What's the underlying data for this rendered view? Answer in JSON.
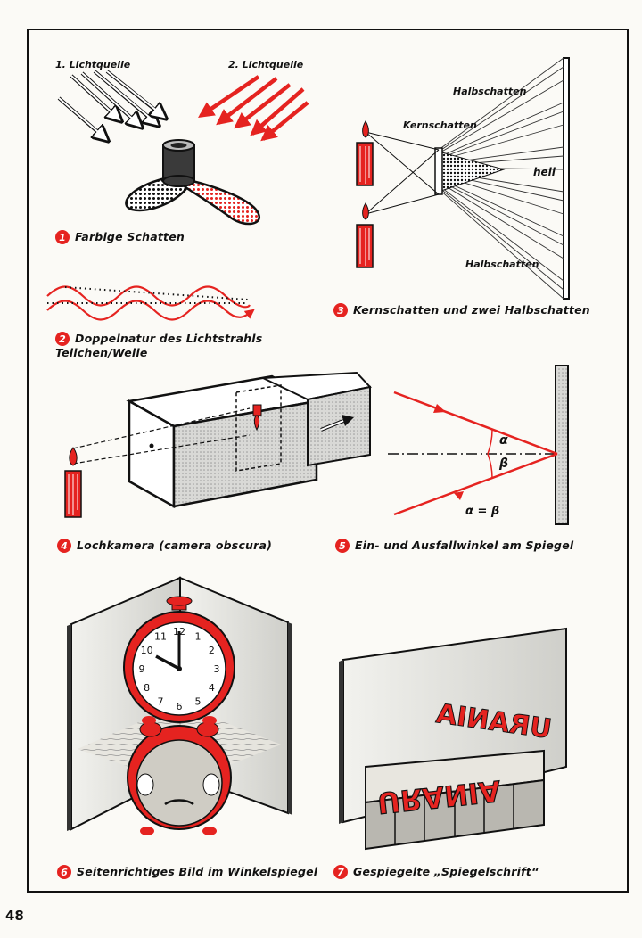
{
  "page_number": "48",
  "colors": {
    "accent": "#e52320",
    "ink": "#111111",
    "paper": "#fbfaf6"
  },
  "figures": {
    "fig1": {
      "number": "1",
      "caption": "Farbige Schatten",
      "label_a": "1. Lichtquelle",
      "label_b": "2. Lichtquelle"
    },
    "fig2": {
      "number": "2",
      "caption_line1": "Doppelnatur des Lichtstrahls",
      "caption_line2": "Teilchen/Welle"
    },
    "fig3": {
      "number": "3",
      "caption": "Kernschatten und zwei Halbschatten",
      "label_halb_top": "Halbschatten",
      "label_kern": "Kernschatten",
      "label_hell": "hell",
      "label_halb_bottom": "Halbschatten"
    },
    "fig4": {
      "number": "4",
      "caption": "Lochkamera (camera obscura)"
    },
    "fig5": {
      "number": "5",
      "caption": "Ein- und Ausfallwinkel am Spiegel",
      "alpha": "α",
      "beta": "β",
      "equation": "α = β"
    },
    "fig6": {
      "number": "6",
      "caption": "Seitenrichtiges Bild im Winkelspiegel",
      "clock_numbers": [
        "12",
        "1",
        "2",
        "3",
        "4",
        "5",
        "6",
        "7",
        "8",
        "9",
        "10",
        "11"
      ]
    },
    "fig7": {
      "number": "7",
      "caption": "Gespiegelte „Spiegelschrift“",
      "word": "URANIA"
    }
  }
}
